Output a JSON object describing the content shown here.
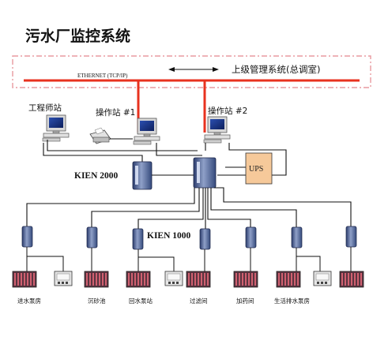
{
  "title": "污水厂监控系统",
  "network": {
    "ethernet_label": "ETHERNET (TCP/IP)",
    "upper_system_label": "上级管理系统(总调室)",
    "colors": {
      "ethernet": "#e8321f",
      "dashed_border": "#e89aa0",
      "wire": "#111111"
    }
  },
  "stations": {
    "engineer": "工程师站",
    "operator1": "操作站 #1",
    "operator2": "操作站 #2"
  },
  "devices": {
    "ups": "UPS",
    "kien2000": "KIEN 2000",
    "kien1000": "KIEN 1000"
  },
  "sites": [
    {
      "key": "inlet",
      "label": "进水泵房"
    },
    {
      "key": "grit",
      "label": "沉砂池"
    },
    {
      "key": "return",
      "label": "回水泵站"
    },
    {
      "key": "filter",
      "label": "过滤间"
    },
    {
      "key": "dosing",
      "label": "加药间"
    },
    {
      "key": "drainage",
      "label": "生活排水泵房"
    }
  ]
}
